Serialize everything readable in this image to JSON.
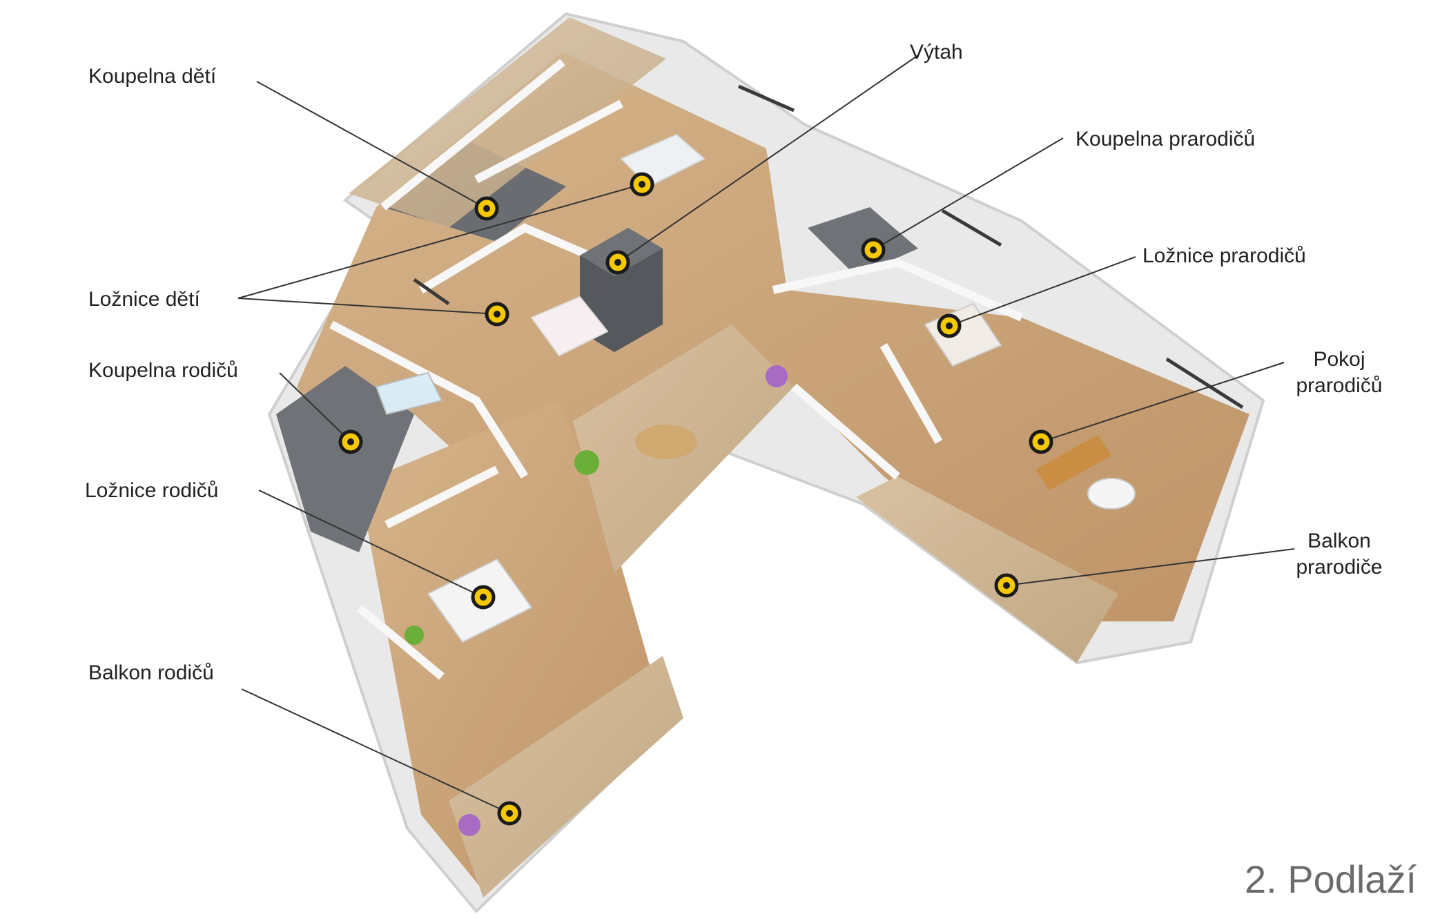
{
  "floor_title": "2. Podlaží",
  "labels": {
    "koupelna_deti": "Koupelna dětí",
    "vytah": "Výtah",
    "koupelna_prarodicu": "Koupelna prarodičů",
    "loznice_prarodicu": "Ložnice prarodičů",
    "loznice_deti": "Ložnice dětí",
    "koupelna_rodicu": "Koupelna rodičů",
    "pokoj_prarodicu_1": "Pokoj",
    "pokoj_prarodicu_2": "prarodičů",
    "loznice_rodicu": "Ložnice rodičů",
    "balkon_prarodice_1": "Balkon",
    "balkon_prarodice_2": "prarodiče",
    "balkon_rodicu": "Balkon rodičů"
  },
  "colors": {
    "marker_fill": "#f5c800",
    "marker_ring": "#1a1a1a",
    "leader_line": "#333333",
    "wood_floor": "#c9a27a",
    "tile_floor": "#6b6e72",
    "wall": "#f2f2f2",
    "deck": "#cbb394",
    "elevator": "#55585c",
    "title_text": "#6b6b6b"
  }
}
